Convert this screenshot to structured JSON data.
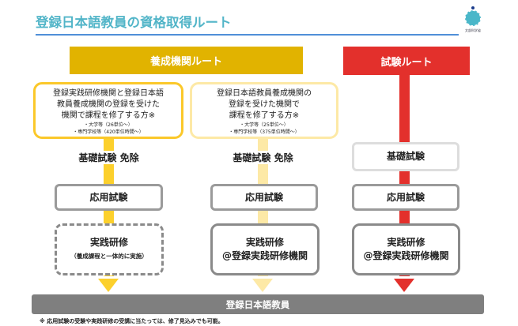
{
  "title": "登録日本語教員の資格取得ルート",
  "logo_text": "文部科学省",
  "routes": {
    "training": "養成機関ルート",
    "exam": "試験ルート"
  },
  "col1": {
    "lines": [
      "登録実践研修機関と登録日本語",
      "教員養成機関の登録を受けた",
      "機関で課程を修了する方※"
    ],
    "notes": [
      "・大学等（26単位～）",
      "・専門学校等（420単位時間～）"
    ],
    "exempt": "基礎試験 免除",
    "applied": "応用試験",
    "practice": "実践研修",
    "practice_note": "（養成課程と一体的に実施）"
  },
  "col2": {
    "lines": [
      "登録日本語教員養成機関の",
      "登録を受けた機関で",
      "課程を修了する方※"
    ],
    "notes": [
      "・大学等（25単位～）",
      "・専門学校等（375単位時間～）"
    ],
    "exempt": "基礎試験 免除",
    "applied": "応用試験",
    "practice": "実践研修",
    "practice_note": "@登録実践研修機関"
  },
  "col3": {
    "basic": "基礎試験",
    "applied": "応用試験",
    "practice": "実践研修",
    "practice_note": "@登録実践研修機関"
  },
  "result": "登録日本語教員",
  "footnote": "※ 応用試験の受験や実践研修の受講に当たっては、修了見込みでも可能。",
  "colors": {
    "yellow": "#e1b300",
    "red": "#e3302c",
    "gray": "#7f7f7f"
  }
}
